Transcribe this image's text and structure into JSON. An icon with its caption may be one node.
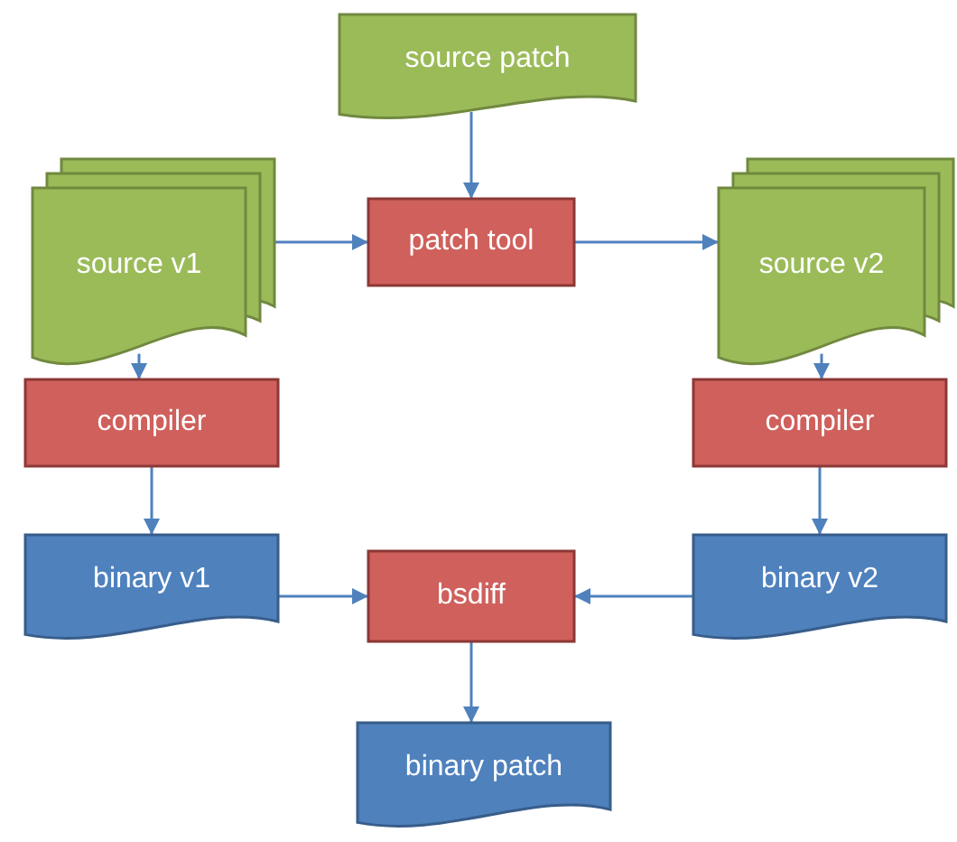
{
  "diagram": {
    "nodes": [
      {
        "text": [
          "source patch"
        ]
      },
      {
        "text": [
          "source v1"
        ]
      },
      {
        "text": [
          "patch tool"
        ]
      },
      {
        "text": [
          "source v2"
        ]
      },
      {
        "text": [
          "compiler"
        ]
      },
      {
        "text": [
          "compiler"
        ]
      },
      {
        "text": [
          "binary v1"
        ]
      },
      {
        "text": [
          "bsdiff"
        ]
      },
      {
        "text": [
          "binary v2"
        ]
      },
      {
        "text": [
          "binary patch"
        ]
      }
    ],
    "edges": [
      {
        "from": 0,
        "to": 2,
        "arrow": "to"
      },
      {
        "from": 1,
        "to": 2,
        "arrow": "to"
      },
      {
        "from": 2,
        "to": 3,
        "arrow": "to"
      },
      {
        "from": 1,
        "to": 4,
        "arrow": "to"
      },
      {
        "from": 3,
        "to": 5,
        "arrow": "to"
      },
      {
        "from": 4,
        "to": 6,
        "arrow": "to"
      },
      {
        "from": 5,
        "to": 8,
        "arrow": "to"
      },
      {
        "from": 6,
        "to": 7,
        "arrow": "to"
      },
      {
        "from": 8,
        "to": 7,
        "arrow": "to"
      },
      {
        "from": 7,
        "to": 9,
        "arrow": "to"
      }
    ]
  }
}
